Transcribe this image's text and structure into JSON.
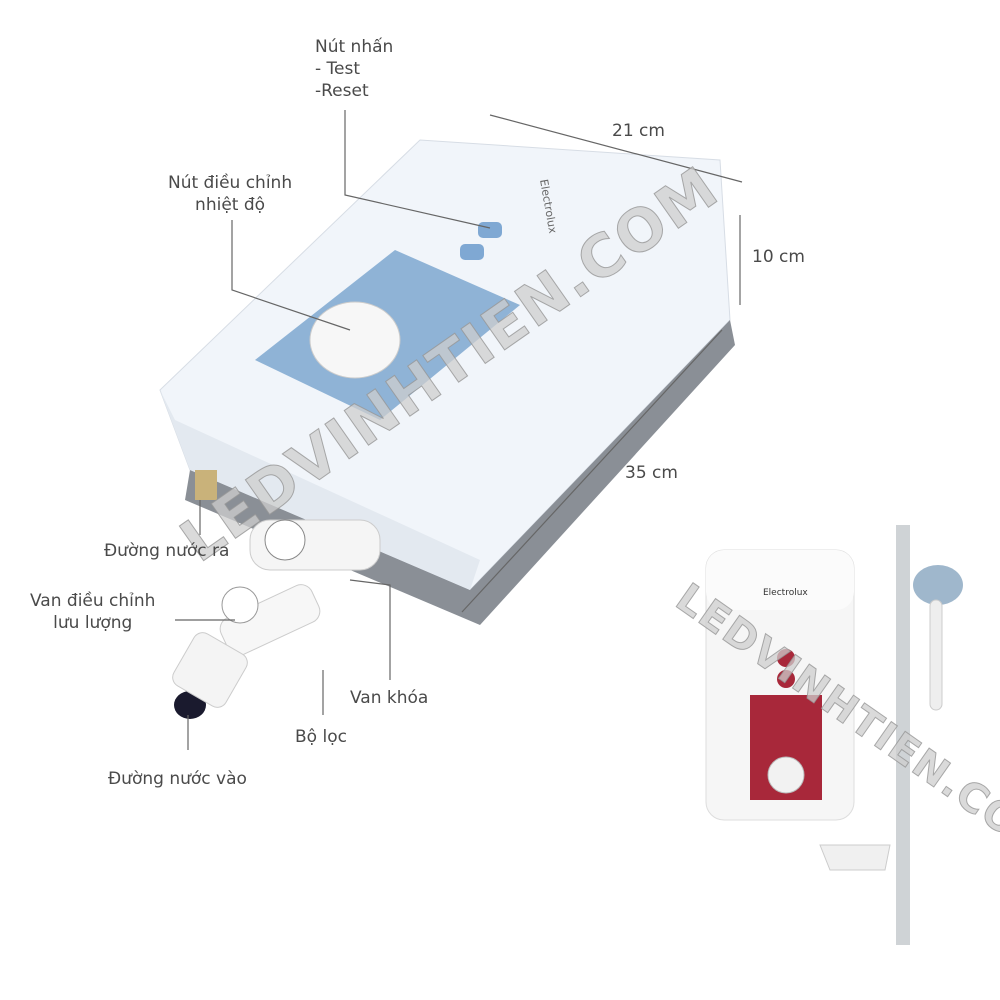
{
  "brand": "Electrolux",
  "watermark": "LEDVINHTIEN.COM",
  "labels": {
    "button_title": "Nút nhấn",
    "button_test": "- Test",
    "button_reset": "-Reset",
    "width": "21 cm",
    "temp_knob_line1": "Nút điều chỉnh",
    "temp_knob_line2": "nhiệt độ",
    "height": "10 cm",
    "length": "35 cm",
    "water_out": "Đường nước ra",
    "flow_valve_line1": "Van điều chỉnh",
    "flow_valve_line2": "lưu lượng",
    "lock_valve": "Van khóa",
    "filter": "Bộ lọc",
    "water_in": "Đường nước vào"
  },
  "colors": {
    "panel_blue": "#8fb3d6",
    "panel_red": "#a8283a"
  }
}
